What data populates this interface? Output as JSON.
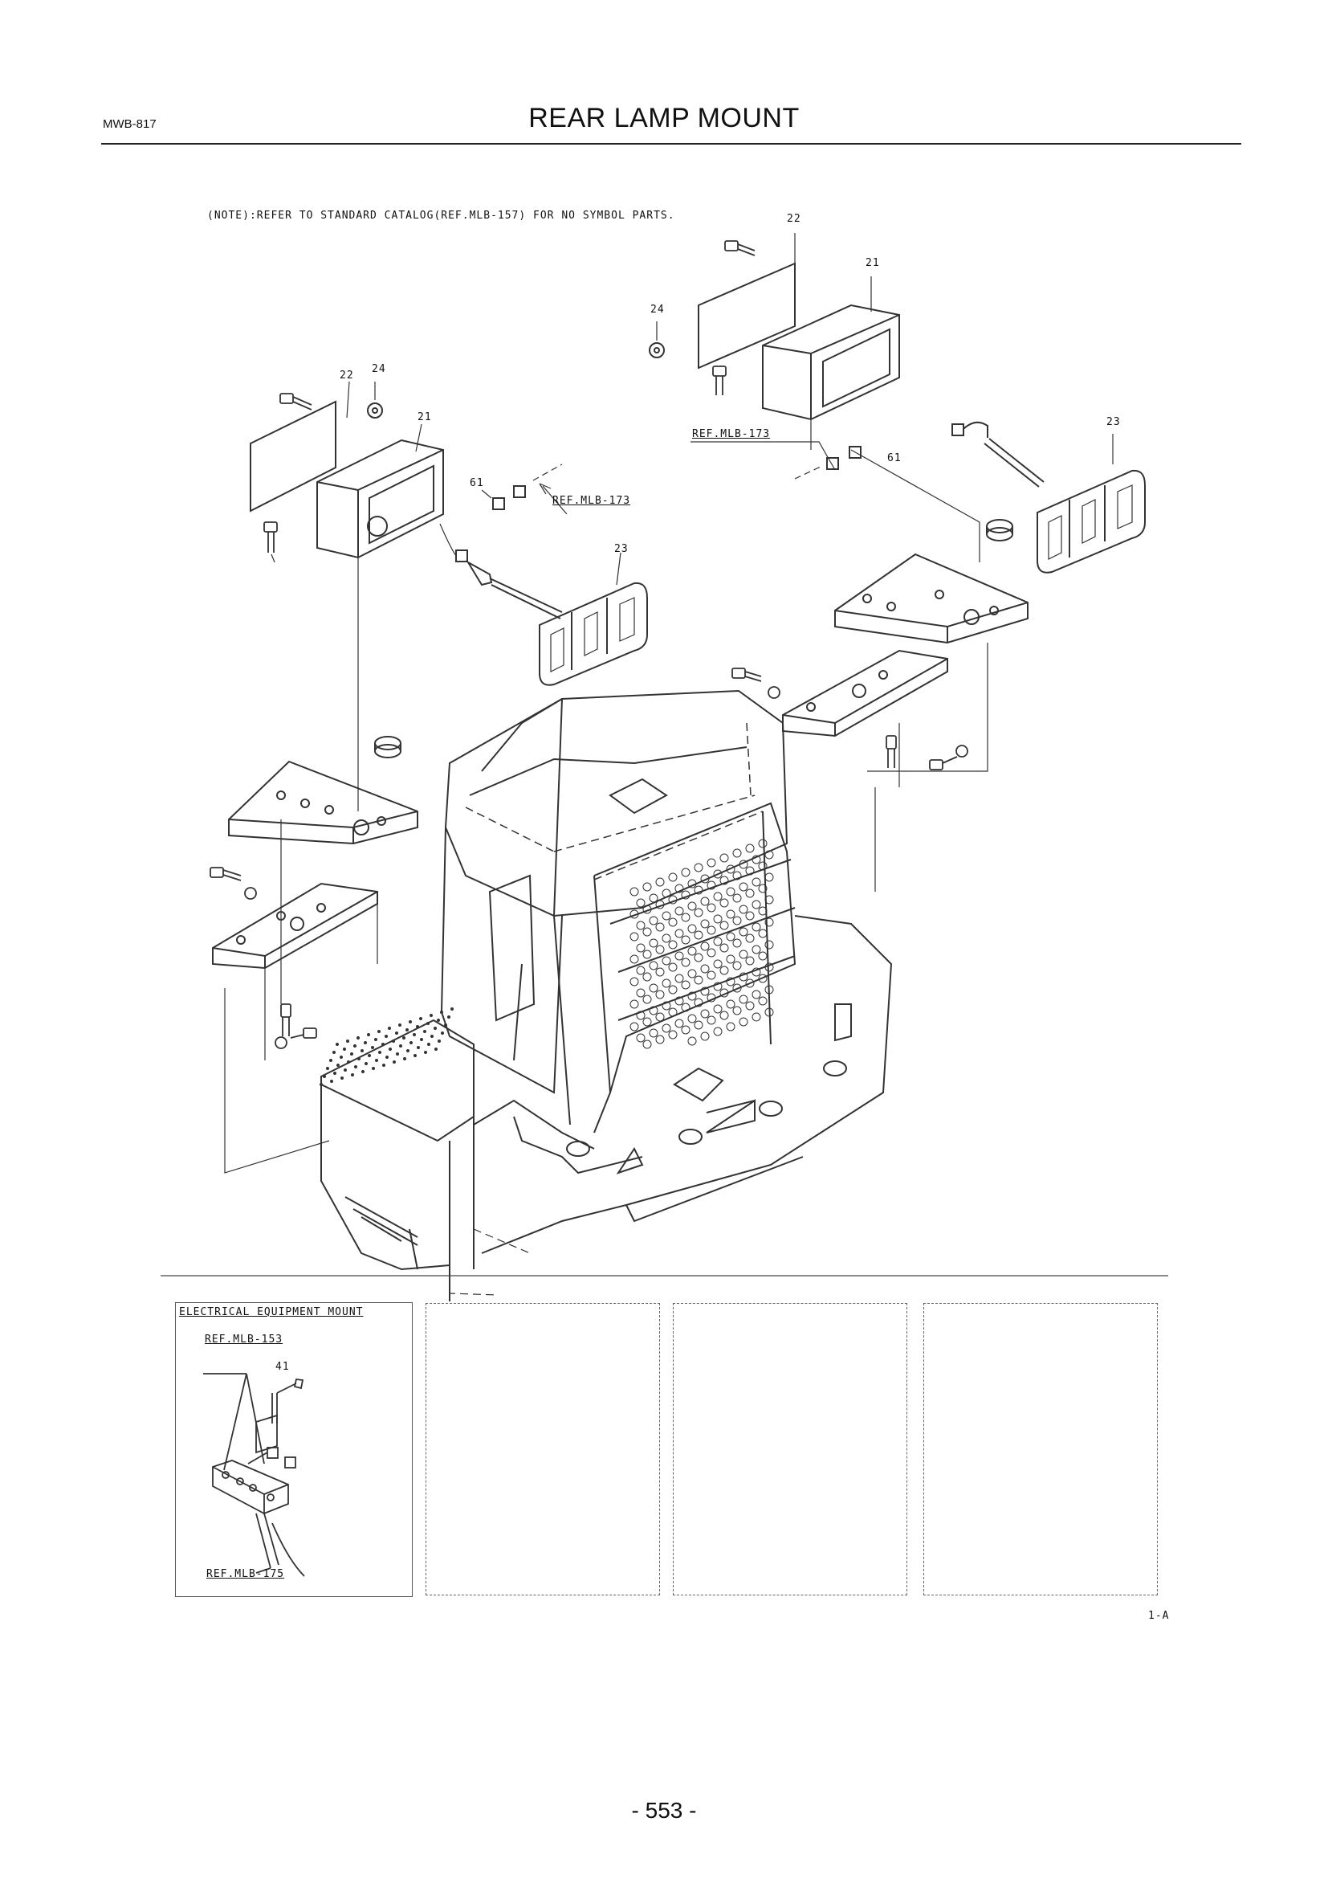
{
  "header": {
    "code": "MWB-817",
    "title": "REAR LAMP MOUNT"
  },
  "note": "(NOTE):REFER TO STANDARD CATALOG(REF.MLB-157) FOR NO SYMBOL PARTS.",
  "callouts": {
    "left_22": "22",
    "left_24": "24",
    "left_21": "21",
    "left_61": "61",
    "left_ref": "REF.MLB-173",
    "left_23": "23",
    "right_22": "22",
    "right_21": "21",
    "right_24": "24",
    "right_ref": "REF.MLB-173",
    "right_23": "23",
    "right_61": "61"
  },
  "inset": {
    "title": "ELECTRICAL EQUIPMENT MOUNT",
    "ref_top": "REF.MLB-153",
    "part": "41",
    "ref_bottom": "REF.MLB-175"
  },
  "figure_code": "1-A",
  "footer": {
    "page": "- 553 -"
  }
}
